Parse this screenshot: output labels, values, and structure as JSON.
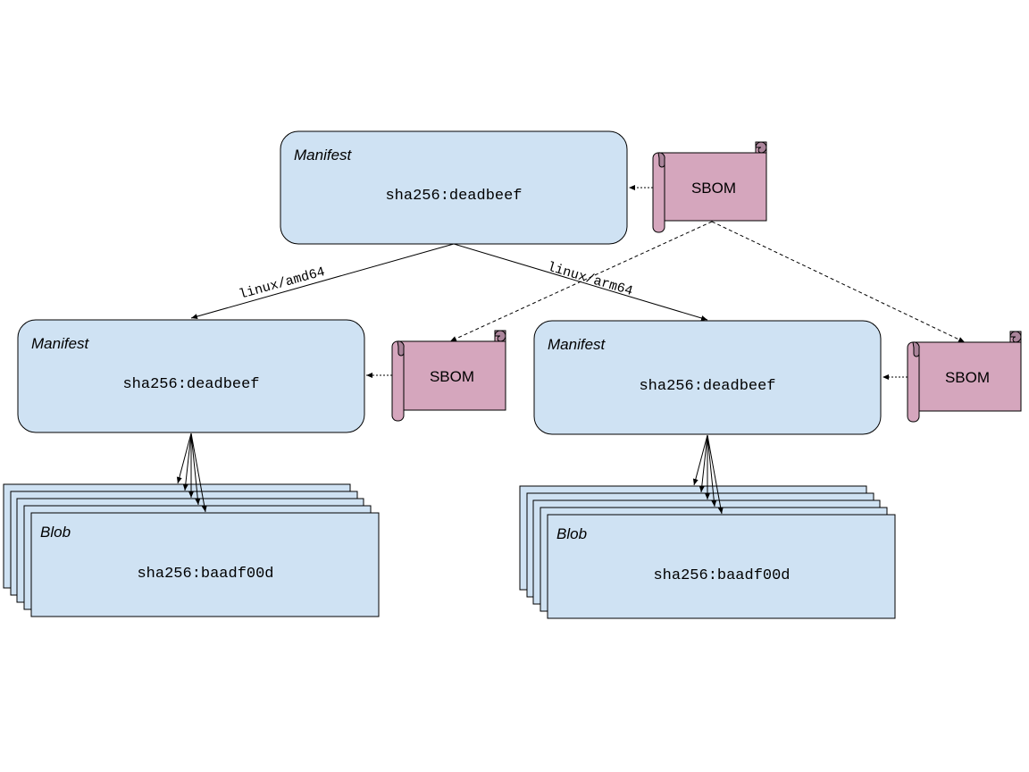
{
  "manifests": [
    {
      "title": "Manifest",
      "digest": "sha256:deadbeef"
    },
    {
      "title": "Manifest",
      "digest": "sha256:deadbeef"
    },
    {
      "title": "Manifest",
      "digest": "sha256:deadbeef"
    }
  ],
  "sboms": [
    {
      "label": "SBOM"
    },
    {
      "label": "SBOM"
    },
    {
      "label": "SBOM"
    }
  ],
  "blobs": [
    {
      "title": "Blob",
      "digest": "sha256:baadf00d"
    },
    {
      "title": "Blob",
      "digest": "sha256:baadf00d"
    }
  ],
  "edges": {
    "amd64": "linux/amd64",
    "arm64": "linux/arm64"
  },
  "colors": {
    "manifest_fill": "#cfe2f3",
    "sbom_fill": "#d5a6bd"
  }
}
